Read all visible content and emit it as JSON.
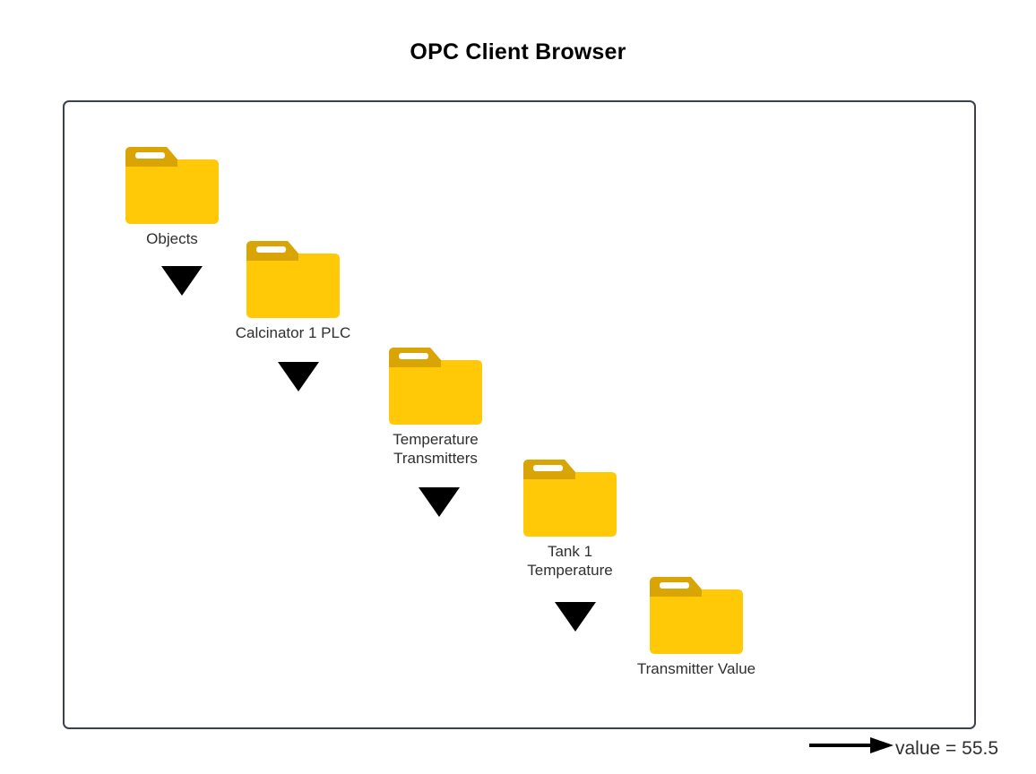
{
  "page": {
    "title": "OPC Client Browser"
  },
  "colors": {
    "folder_body": "#FFC907",
    "folder_tab": "#D9A406",
    "folder_slot": "#FFFFFF",
    "canvas_border": "#3C424C",
    "connector": "#000000",
    "text": "#2F2F2F",
    "title_text": "#000000",
    "background": "#FFFFFF"
  },
  "tree": {
    "nodes": [
      {
        "id": "objects",
        "label": "Objects",
        "icon": "folder-icon"
      },
      {
        "id": "calcinator-1-plc",
        "label": "Calcinator 1 PLC",
        "icon": "folder-icon"
      },
      {
        "id": "temperature-transmitters",
        "label": "Temperature\nTransmitters",
        "icon": "folder-icon"
      },
      {
        "id": "tank-1-temperature",
        "label": "Tank 1\nTemperature",
        "icon": "folder-icon"
      },
      {
        "id": "transmitter-value",
        "label": "Transmitter Value",
        "icon": "folder-icon"
      }
    ],
    "connectors": [
      {
        "id": "connector-1",
        "icon": "triangle-down-icon"
      },
      {
        "id": "connector-2",
        "icon": "triangle-down-icon"
      },
      {
        "id": "connector-3",
        "icon": "triangle-down-icon"
      },
      {
        "id": "connector-4",
        "icon": "triangle-down-icon"
      }
    ]
  },
  "annotation": {
    "arrow_icon": "arrow-right-icon",
    "value_text": "value = 55.5"
  }
}
